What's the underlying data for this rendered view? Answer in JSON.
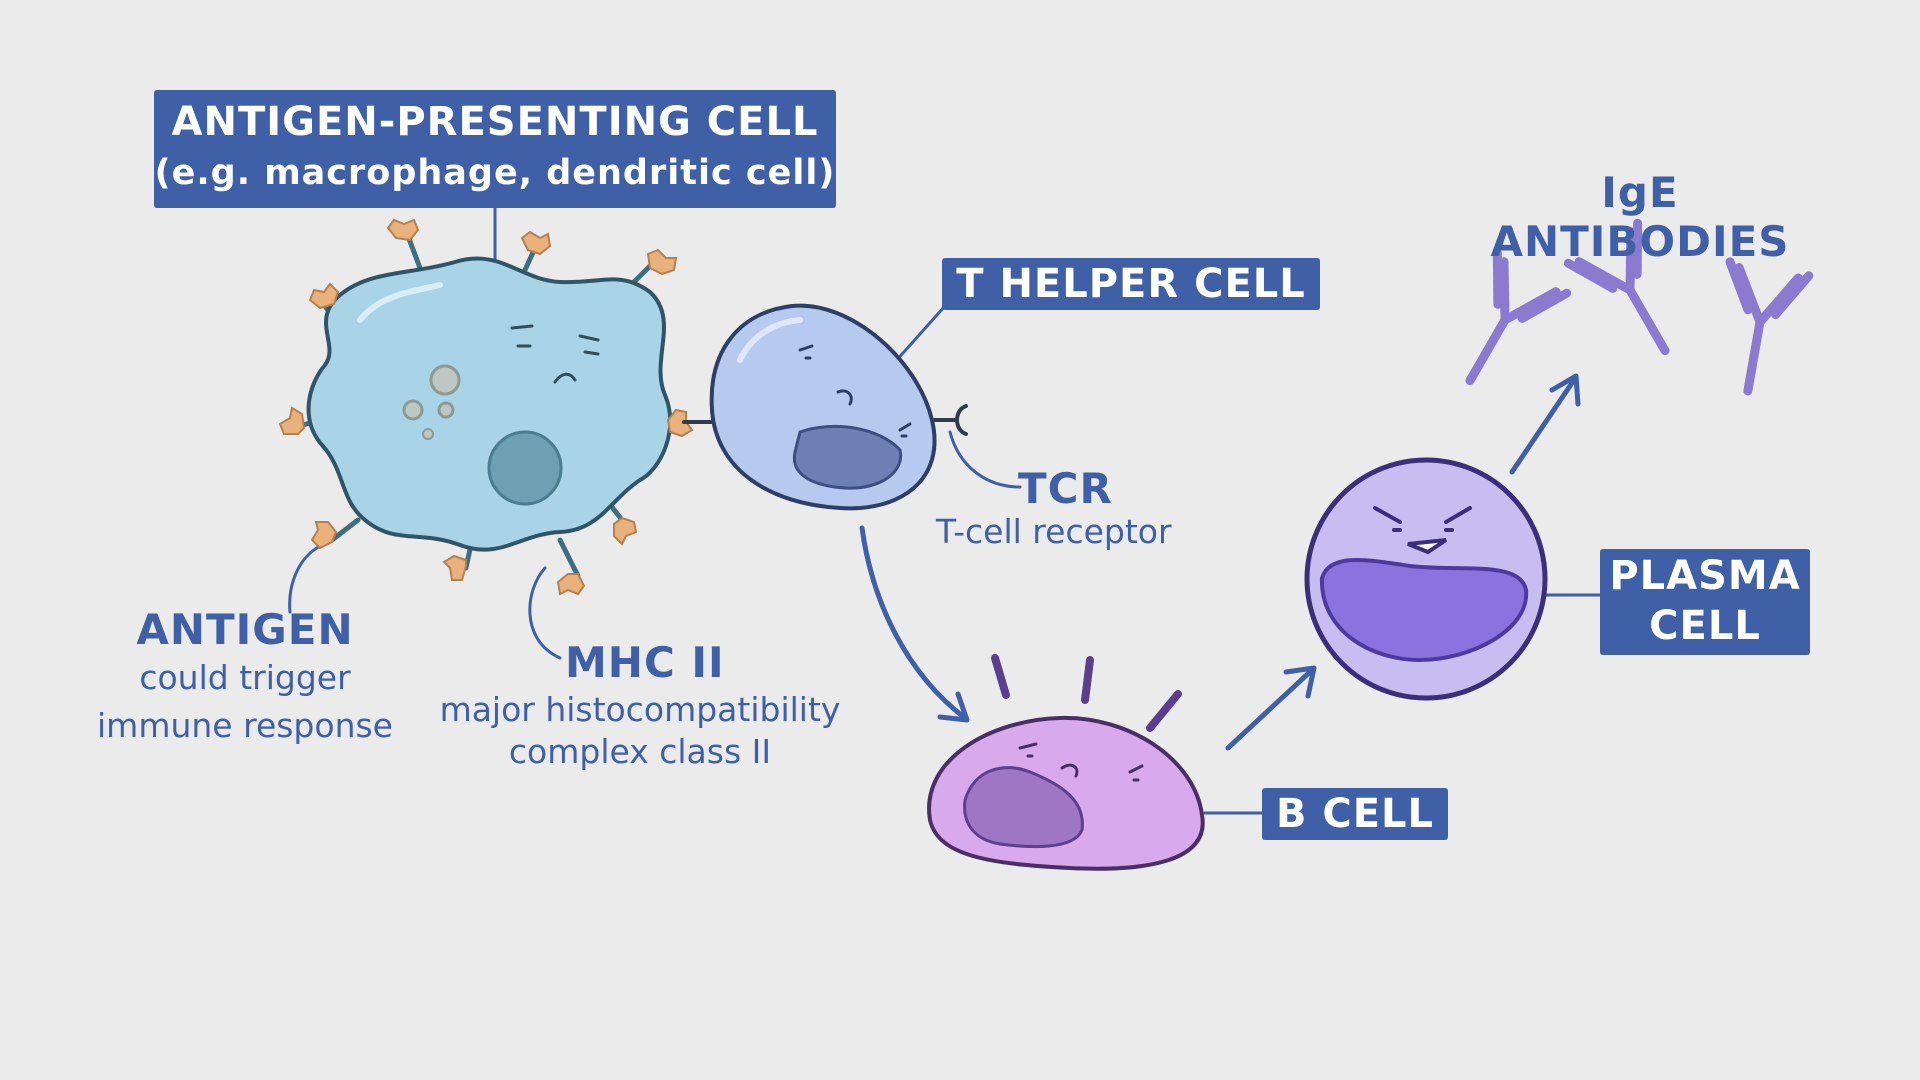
{
  "colors": {
    "background": "#ebebeb",
    "label_box": "#3f5fa6",
    "label_text": "#3f5fa6",
    "apc_fill": "#a9d3e6",
    "t_helper_fill": "#b6c9ee",
    "b_cell_fill": "#d9a9ee",
    "plasma_fill": "#c7bdf0",
    "antibody": "#8a7bd1",
    "antigen": "#e9b27c"
  },
  "labels": {
    "apc_title": "ANTIGEN-PRESENTING CELL",
    "apc_subtitle": "(e.g. macrophage, dendritic cell)",
    "t_helper": "T HELPER CELL",
    "tcr": "TCR",
    "tcr_desc": "T-cell receptor",
    "antigen": "ANTIGEN",
    "antigen_desc_1": "could trigger",
    "antigen_desc_2": "immune response",
    "mhc": "MHC II",
    "mhc_desc_1": "major histocompatibility",
    "mhc_desc_2": "complex class II",
    "b_cell": "B CELL",
    "plasma_1": "PLASMA",
    "plasma_2": "CELL",
    "antibodies": "IgE ANTIBODIES"
  }
}
